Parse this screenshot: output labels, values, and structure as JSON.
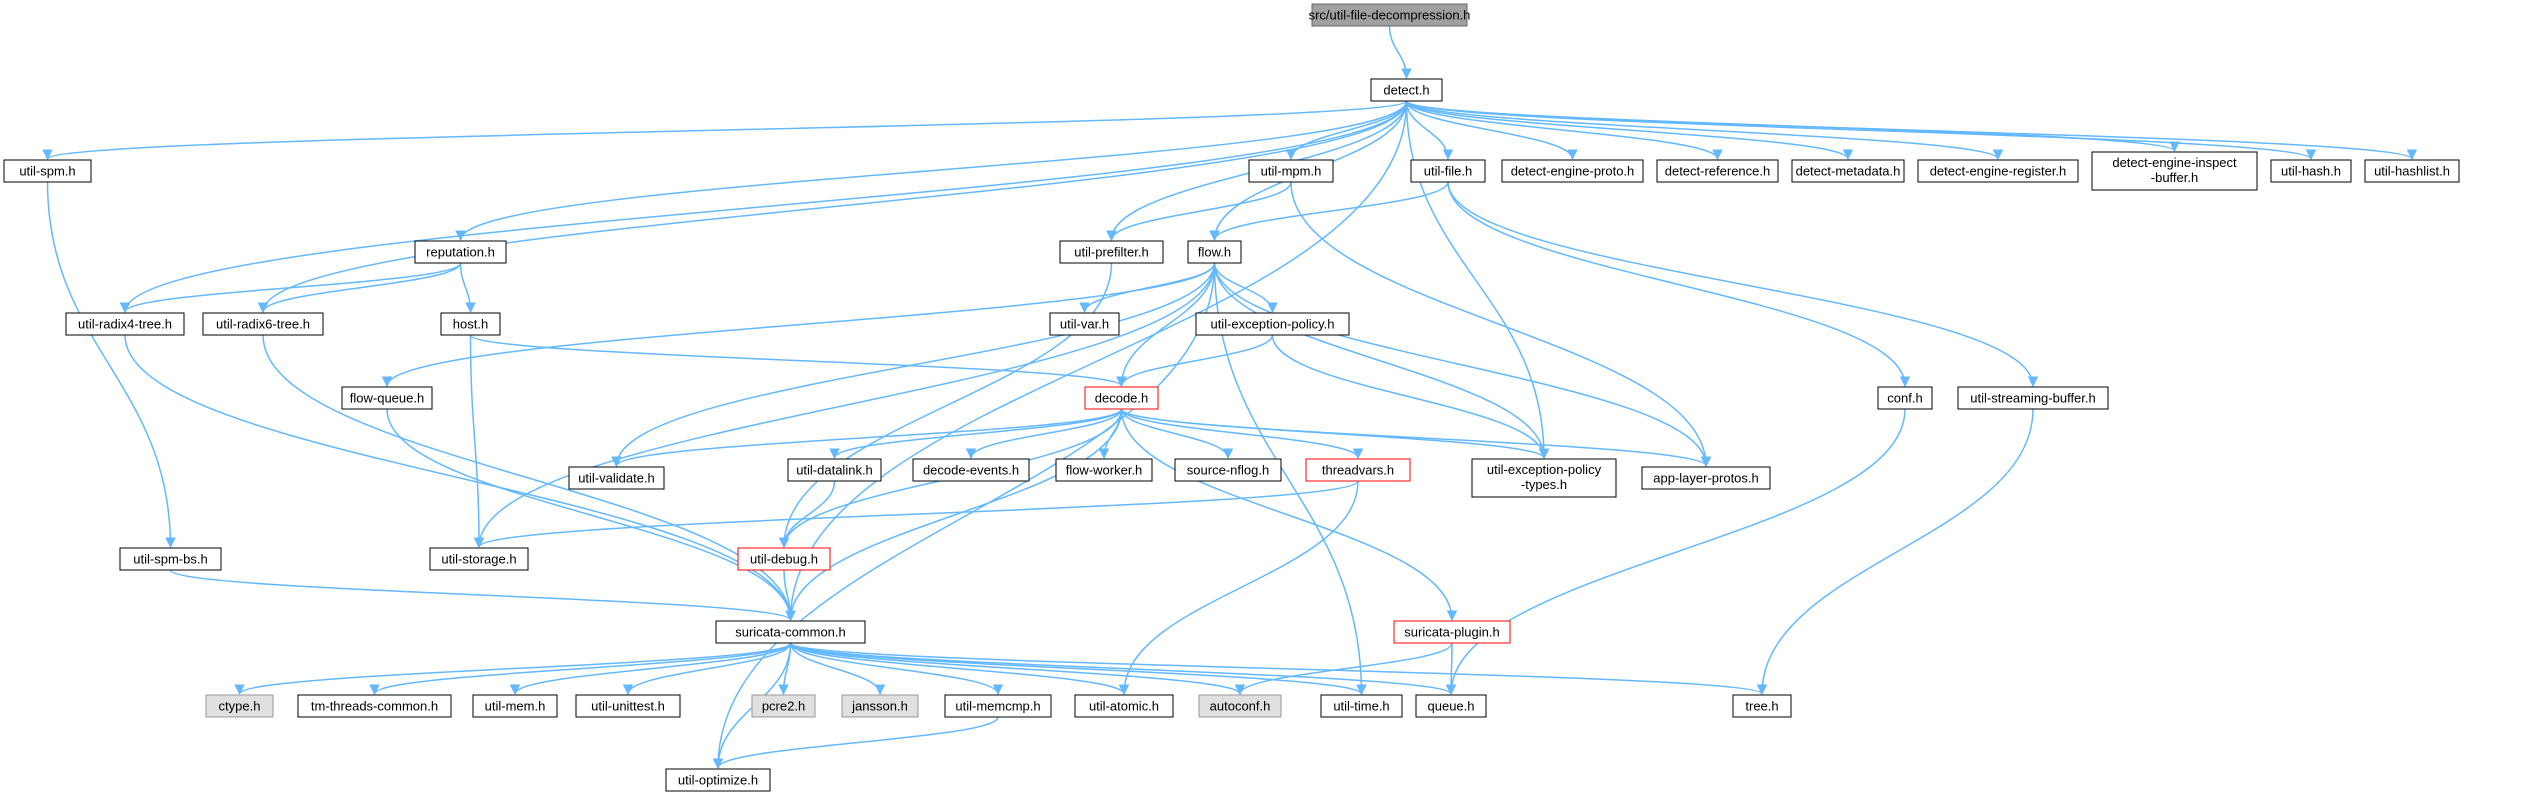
{
  "colors": {
    "edge": "#63b8ff",
    "node_fill": "#ffffff",
    "node_border": "#000000",
    "root_fill": "#a0a0a0",
    "root_border": "#666666",
    "missing_fill": "#e0e0e0",
    "missing_border": "#999999",
    "truncated_border": "#ff0000"
  },
  "nodes": {
    "root": {
      "label": "src/util-file-decompression.h",
      "style": "root"
    },
    "detect": {
      "label": "detect.h",
      "style": "normal"
    },
    "util_spm": {
      "label": "util-spm.h",
      "style": "normal"
    },
    "reputation": {
      "label": "reputation.h",
      "style": "normal"
    },
    "util_mpm": {
      "label": "util-mpm.h",
      "style": "normal"
    },
    "util_file": {
      "label": "util-file.h",
      "style": "normal"
    },
    "detect_engine_proto": {
      "label": "detect-engine-proto.h",
      "style": "normal"
    },
    "detect_reference": {
      "label": "detect-reference.h",
      "style": "normal"
    },
    "detect_metadata": {
      "label": "detect-metadata.h",
      "style": "normal"
    },
    "detect_engine_register": {
      "label": "detect-engine-register.h",
      "style": "normal"
    },
    "detect_engine_inspect_buffer": {
      "label": [
        "detect-engine-inspect",
        "-buffer.h"
      ],
      "style": "normal"
    },
    "util_hash": {
      "label": "util-hash.h",
      "style": "normal"
    },
    "util_hashlist": {
      "label": "util-hashlist.h",
      "style": "normal"
    },
    "util_prefilter": {
      "label": "util-prefilter.h",
      "style": "normal"
    },
    "flow": {
      "label": "flow.h",
      "style": "normal"
    },
    "util_radix4_tree": {
      "label": "util-radix4-tree.h",
      "style": "normal"
    },
    "util_radix6_tree": {
      "label": "util-radix6-tree.h",
      "style": "normal"
    },
    "host": {
      "label": "host.h",
      "style": "normal"
    },
    "util_var": {
      "label": "util-var.h",
      "style": "normal"
    },
    "util_exception_policy": {
      "label": "util-exception-policy.h",
      "style": "normal"
    },
    "conf": {
      "label": "conf.h",
      "style": "normal"
    },
    "util_streaming_buffer": {
      "label": "util-streaming-buffer.h",
      "style": "normal"
    },
    "flow_queue": {
      "label": "flow-queue.h",
      "style": "normal"
    },
    "decode": {
      "label": "decode.h",
      "style": "truncated"
    },
    "util_validate": {
      "label": "util-validate.h",
      "style": "normal"
    },
    "util_datalink": {
      "label": "util-datalink.h",
      "style": "normal"
    },
    "decode_events": {
      "label": "decode-events.h",
      "style": "normal"
    },
    "flow_worker": {
      "label": "flow-worker.h",
      "style": "normal"
    },
    "source_nflog": {
      "label": "source-nflog.h",
      "style": "normal"
    },
    "threadvars": {
      "label": "threadvars.h",
      "style": "truncated"
    },
    "util_exception_policy_types": {
      "label": [
        "util-exception-policy",
        "-types.h"
      ],
      "style": "normal"
    },
    "app_layer_protos": {
      "label": "app-layer-protos.h",
      "style": "normal"
    },
    "util_spm_bs": {
      "label": "util-spm-bs.h",
      "style": "normal"
    },
    "util_storage": {
      "label": "util-storage.h",
      "style": "normal"
    },
    "util_debug": {
      "label": "util-debug.h",
      "style": "truncated"
    },
    "suricata_plugin": {
      "label": "suricata-plugin.h",
      "style": "truncated"
    },
    "suricata_common": {
      "label": "suricata-common.h",
      "style": "normal"
    },
    "ctype": {
      "label": "ctype.h",
      "style": "missing"
    },
    "tm_threads_common": {
      "label": "tm-threads-common.h",
      "style": "normal"
    },
    "util_mem": {
      "label": "util-mem.h",
      "style": "normal"
    },
    "util_unittest": {
      "label": "util-unittest.h",
      "style": "normal"
    },
    "pcre2": {
      "label": "pcre2.h",
      "style": "missing"
    },
    "jansson": {
      "label": "jansson.h",
      "style": "missing"
    },
    "util_memcmp": {
      "label": "util-memcmp.h",
      "style": "normal"
    },
    "util_atomic": {
      "label": "util-atomic.h",
      "style": "normal"
    },
    "autoconf": {
      "label": "autoconf.h",
      "style": "missing"
    },
    "util_time": {
      "label": "util-time.h",
      "style": "normal"
    },
    "queue": {
      "label": "queue.h",
      "style": "normal"
    },
    "tree": {
      "label": "tree.h",
      "style": "normal"
    },
    "util_optimize": {
      "label": "util-optimize.h",
      "style": "normal"
    }
  },
  "edges": [
    [
      "root",
      "detect"
    ],
    [
      "detect",
      "util_spm"
    ],
    [
      "detect",
      "reputation"
    ],
    [
      "detect",
      "util_radix4_tree"
    ],
    [
      "detect",
      "util_radix6_tree"
    ],
    [
      "detect",
      "util_prefilter"
    ],
    [
      "detect",
      "flow"
    ],
    [
      "detect",
      "util_mpm"
    ],
    [
      "detect",
      "util_file"
    ],
    [
      "detect",
      "detect_engine_proto"
    ],
    [
      "detect",
      "detect_reference"
    ],
    [
      "detect",
      "detect_metadata"
    ],
    [
      "detect",
      "detect_engine_register"
    ],
    [
      "detect",
      "detect_engine_inspect_buffer"
    ],
    [
      "detect",
      "util_hash"
    ],
    [
      "detect",
      "util_hashlist"
    ],
    [
      "detect",
      "suricata_common"
    ],
    [
      "detect",
      "util_exception_policy_types"
    ],
    [
      "util_spm",
      "util_spm_bs"
    ],
    [
      "util_spm_bs",
      "suricata_common"
    ],
    [
      "reputation",
      "util_radix4_tree"
    ],
    [
      "reputation",
      "util_radix6_tree"
    ],
    [
      "reputation",
      "host"
    ],
    [
      "util_radix4_tree",
      "suricata_common"
    ],
    [
      "util_radix6_tree",
      "suricata_common"
    ],
    [
      "host",
      "decode"
    ],
    [
      "host",
      "util_storage"
    ],
    [
      "util_mpm",
      "util_prefilter"
    ],
    [
      "util_mpm",
      "app_layer_protos"
    ],
    [
      "util_file",
      "flow"
    ],
    [
      "util_file",
      "conf"
    ],
    [
      "util_file",
      "util_streaming_buffer"
    ],
    [
      "util_prefilter",
      "util_debug"
    ],
    [
      "flow",
      "flow_queue"
    ],
    [
      "flow",
      "util_var"
    ],
    [
      "flow",
      "util_exception_policy"
    ],
    [
      "flow",
      "decode"
    ],
    [
      "flow",
      "util_validate"
    ],
    [
      "flow",
      "util_storage"
    ],
    [
      "flow",
      "util_optimize"
    ],
    [
      "flow",
      "util_time"
    ],
    [
      "flow",
      "app_layer_protos"
    ],
    [
      "flow",
      "util_exception_policy_types"
    ],
    [
      "flow_queue",
      "suricata_common"
    ],
    [
      "util_exception_policy",
      "decode"
    ],
    [
      "util_exception_policy",
      "util_exception_policy_types"
    ],
    [
      "decode",
      "util_validate"
    ],
    [
      "decode",
      "util_datalink"
    ],
    [
      "decode",
      "decode_events"
    ],
    [
      "decode",
      "flow_worker"
    ],
    [
      "decode",
      "source_nflog"
    ],
    [
      "decode",
      "threadvars"
    ],
    [
      "decode",
      "util_exception_policy_types"
    ],
    [
      "decode",
      "app_layer_protos"
    ],
    [
      "decode",
      "util_debug"
    ],
    [
      "decode",
      "suricata_common"
    ],
    [
      "decode",
      "suricata_plugin"
    ],
    [
      "util_datalink",
      "util_debug"
    ],
    [
      "threadvars",
      "util_storage"
    ],
    [
      "threadvars",
      "util_atomic"
    ],
    [
      "util_debug",
      "suricata_common"
    ],
    [
      "suricata_plugin",
      "autoconf"
    ],
    [
      "suricata_plugin",
      "queue"
    ],
    [
      "conf",
      "queue"
    ],
    [
      "util_streaming_buffer",
      "tree"
    ],
    [
      "suricata_common",
      "ctype"
    ],
    [
      "suricata_common",
      "tm_threads_common"
    ],
    [
      "suricata_common",
      "util_mem"
    ],
    [
      "suricata_common",
      "util_unittest"
    ],
    [
      "suricata_common",
      "pcre2"
    ],
    [
      "suricata_common",
      "jansson"
    ],
    [
      "suricata_common",
      "util_memcmp"
    ],
    [
      "suricata_common",
      "util_atomic"
    ],
    [
      "suricata_common",
      "autoconf"
    ],
    [
      "suricata_common",
      "util_time"
    ],
    [
      "suricata_common",
      "queue"
    ],
    [
      "suricata_common",
      "tree"
    ],
    [
      "suricata_common",
      "util_optimize"
    ],
    [
      "util_memcmp",
      "util_optimize"
    ]
  ]
}
